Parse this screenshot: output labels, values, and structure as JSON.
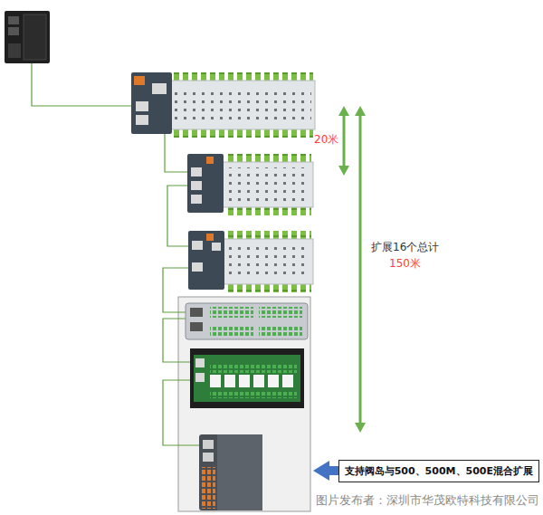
{
  "diagram": {
    "nodes": [
      {
        "text": [
          "支持阀岛与500、500M、500E混合扩展"
        ]
      }
    ],
    "labels": [
      "20米",
      "扩展16个总计",
      "150米",
      "图片发布者：深圳市华茂欧特科技有限公司"
    ]
  }
}
